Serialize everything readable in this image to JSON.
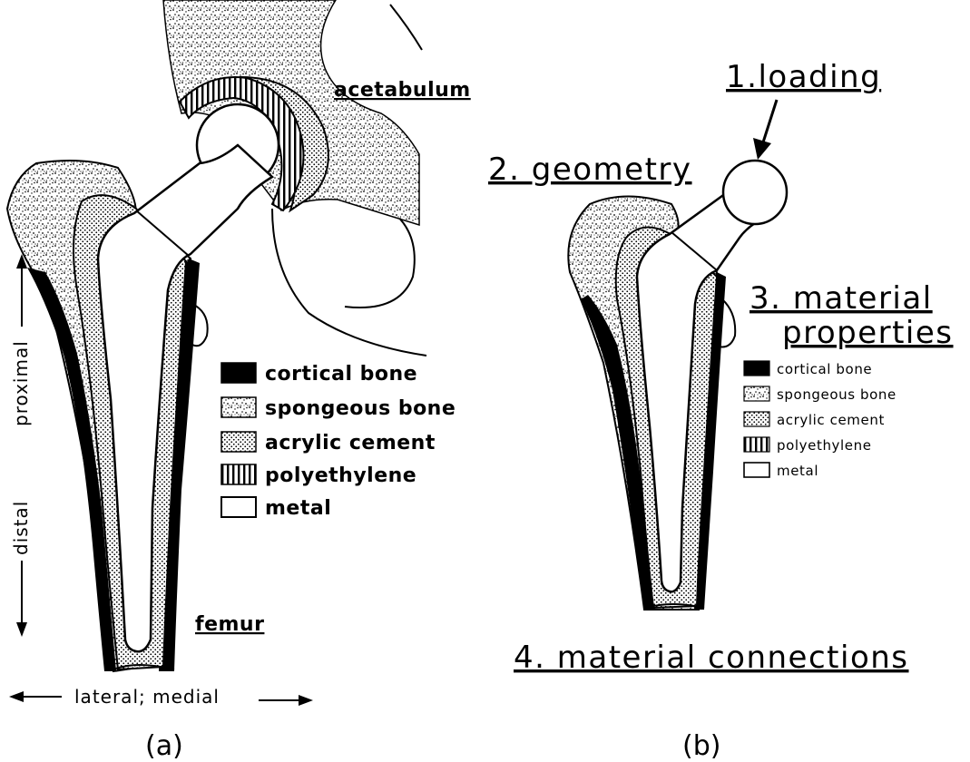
{
  "panel_a": {
    "label_acetabulum": "acetabulum",
    "label_femur": "femur",
    "label_proximal": "proximal",
    "label_distal": "distal",
    "label_lateral_medial": "lateral; medial",
    "caption": "(a)",
    "legend": [
      {
        "key": "cortical",
        "label": "cortical bone"
      },
      {
        "key": "spongeous",
        "label": "spongeous bone"
      },
      {
        "key": "cement",
        "label": "acrylic cement"
      },
      {
        "key": "poly",
        "label": "polyethylene"
      },
      {
        "key": "metal",
        "label": "metal"
      }
    ]
  },
  "panel_b": {
    "heading_loading": "1.loading",
    "heading_geometry": "2. geometry",
    "heading_material_1": "3. material",
    "heading_material_2": "properties",
    "heading_connections": "4. material connections",
    "caption": "(b)",
    "legend": [
      {
        "key": "cortical",
        "label": "cortical bone"
      },
      {
        "key": "spongeous",
        "label": "spongeous bone"
      },
      {
        "key": "cement",
        "label": "acrylic cement"
      },
      {
        "key": "poly",
        "label": "polyethylene"
      },
      {
        "key": "metal",
        "label": "metal"
      }
    ]
  },
  "colors": {
    "ink": "#000000",
    "paper": "#ffffff"
  }
}
